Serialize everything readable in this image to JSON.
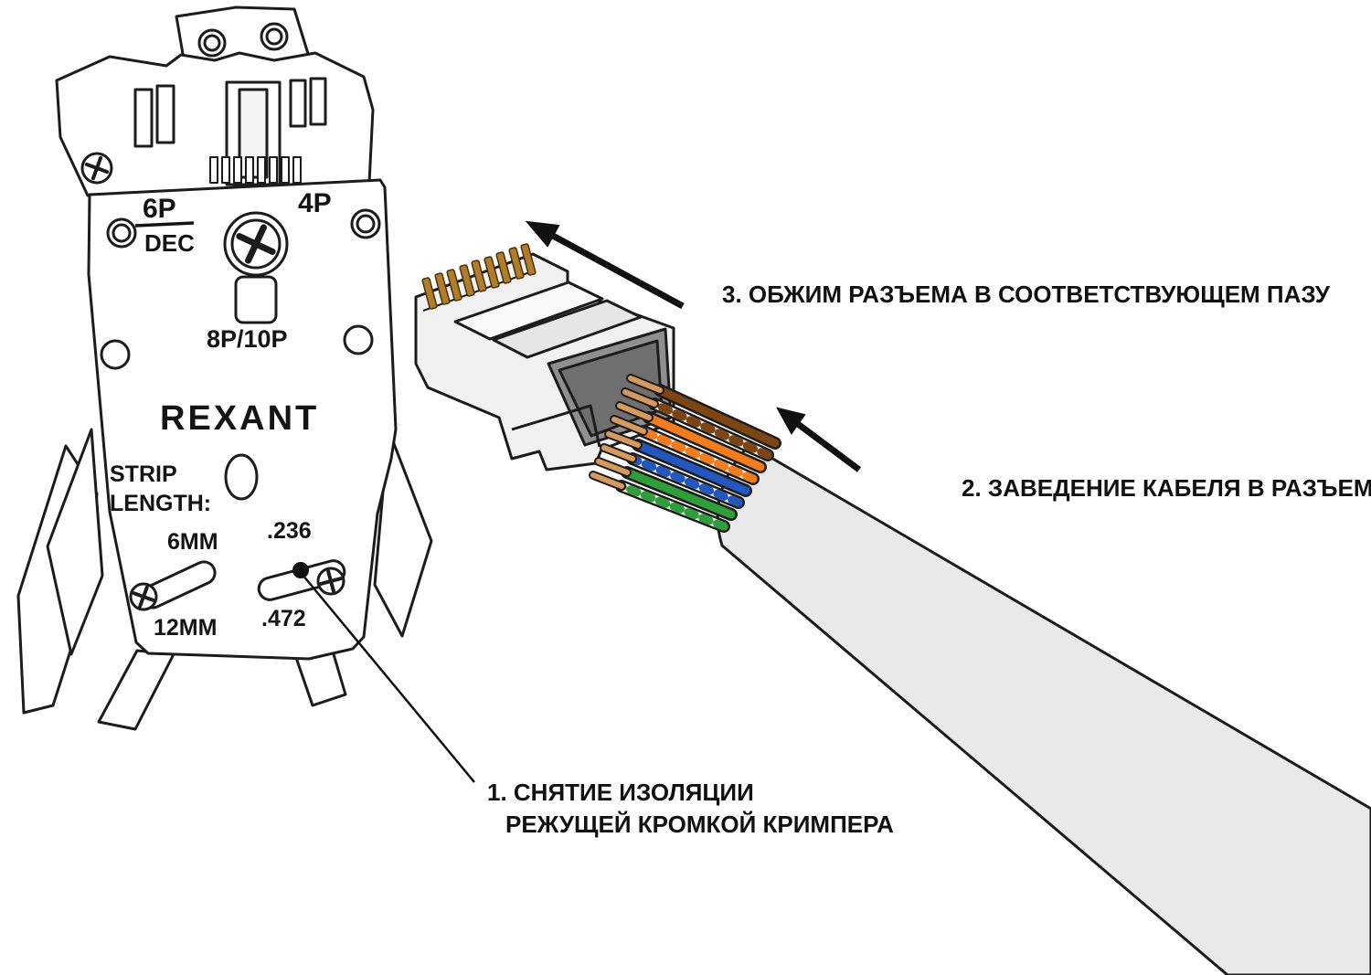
{
  "tool": {
    "brand": "REXANT",
    "slot_6p": "6P",
    "slot_dec": "DEC",
    "slot_4p": "4P",
    "slot_8p10p": "8P/10P",
    "strip_word": "STRIP",
    "length_word": "LENGTH:",
    "len_6mm": "6MM",
    "len_12mm": "12MM",
    "inch_236": ".236",
    "inch_472": ".472"
  },
  "steps": {
    "step1_line1": "1. СНЯТИЕ ИЗОЛЯЦИИ",
    "step1_line2": "РЕЖУЩЕЙ КРОМКОЙ КРИМПЕРА",
    "step2": "2. ЗАВЕДЕНИЕ КАБЕЛЯ В РАЗЪЕМ",
    "step3": "3. ОБЖИМ РАЗЪЕМА В СООТВЕТСТВУЮЩЕМ ПАЗУ"
  },
  "colors": {
    "outline": "#1c1c1c",
    "label_text": "#111111",
    "cable_jacket": "#e9e9e9",
    "connector_body": "#f1f1f1",
    "connector_opening": "#8f8f8f",
    "connector_opening_dark": "#6f6f6f",
    "pin_gold": "#b07d2a",
    "copper_tip": "#d79a5e",
    "dot_black": "#111111"
  },
  "wires": [
    {
      "name": "white-green",
      "color": "#2f9e3a",
      "striped": true
    },
    {
      "name": "green",
      "color": "#2f9e3a",
      "striped": false
    },
    {
      "name": "white-blue",
      "color": "#2456c0",
      "striped": true
    },
    {
      "name": "blue",
      "color": "#2456c0",
      "striped": false
    },
    {
      "name": "white-orange",
      "color": "#f07c1e",
      "striped": true
    },
    {
      "name": "orange",
      "color": "#f07c1e",
      "striped": false
    },
    {
      "name": "white-brown",
      "color": "#7d4514",
      "striped": true
    },
    {
      "name": "brown",
      "color": "#7d4514",
      "striped": false
    }
  ]
}
